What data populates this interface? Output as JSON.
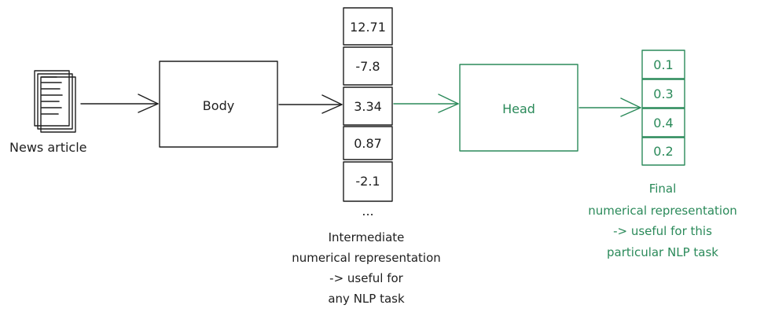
{
  "input": {
    "label": "News article"
  },
  "body_box": {
    "label": "Body"
  },
  "head_box": {
    "label": "Head"
  },
  "intermediate": {
    "values": [
      "12.71",
      "-7.8",
      "3.34",
      "0.87",
      "-2.1"
    ],
    "ellipsis": "...",
    "caption": [
      "Intermediate",
      "numerical representation",
      "-> useful for",
      "any NLP task"
    ]
  },
  "final": {
    "values": [
      "0.1",
      "0.3",
      "0.4",
      "0.2"
    ],
    "caption": [
      "Final",
      "numerical representation",
      "-> useful for this",
      "particular NLP task"
    ]
  },
  "colors": {
    "ink": "#1e1e1e",
    "accent": "#2b8a5a"
  }
}
